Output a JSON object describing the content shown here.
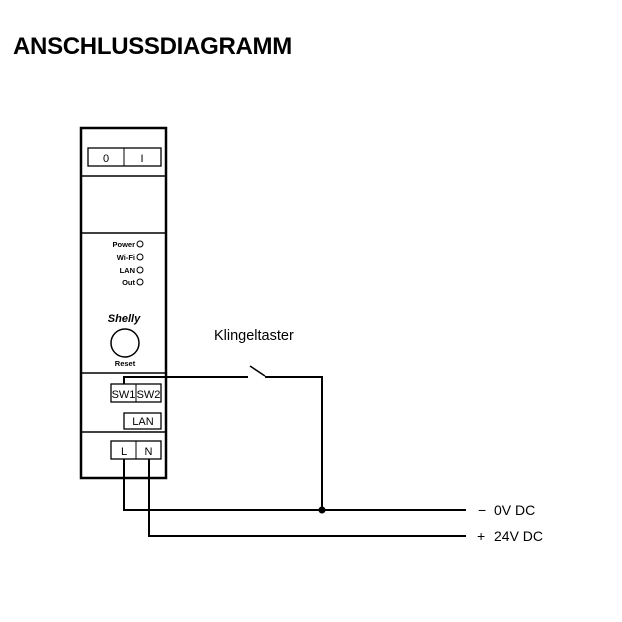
{
  "title": "ANSCHLUSSDIAGRAMM",
  "device": {
    "switch_off": "0",
    "switch_on": "I",
    "leds": [
      "Power",
      "Wi-Fi",
      "LAN",
      "Out"
    ],
    "logo": "Shelly",
    "reset_label": "Reset",
    "terminals": {
      "sw1": "SW1",
      "sw2": "SW2",
      "lan": "LAN",
      "l": "L",
      "n": "N"
    }
  },
  "switch_label": "Klingeltaster",
  "supply": {
    "negative": {
      "sign": "−",
      "label": "0V DC"
    },
    "positive": {
      "sign": "+",
      "label": "24V DC"
    }
  }
}
